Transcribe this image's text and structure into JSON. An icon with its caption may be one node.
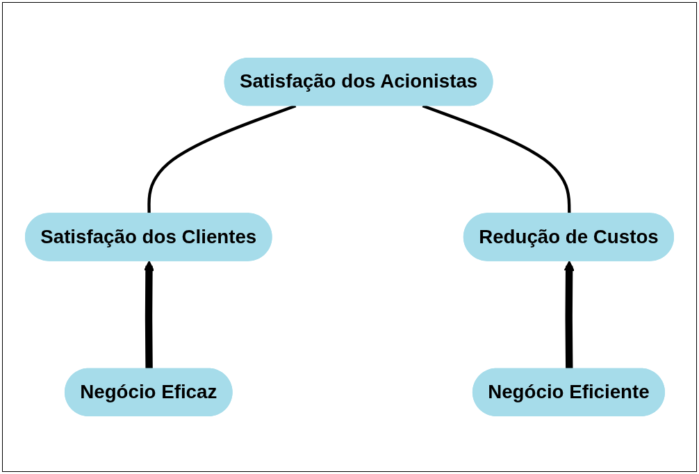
{
  "diagram": {
    "nodes": [
      {
        "text": [
          "Satisfação dos Acionistas"
        ]
      },
      {
        "text": [
          "Satisfação dos Clientes"
        ]
      },
      {
        "text": [
          "Redução de Custos"
        ]
      },
      {
        "text": [
          "Negócio Eficaz"
        ]
      },
      {
        "text": [
          "Negócio Eficiente"
        ]
      }
    ],
    "edges": [
      {
        "from": 0,
        "to": 1,
        "arrow": "none"
      },
      {
        "from": 0,
        "to": 2,
        "arrow": "none"
      },
      {
        "from": 3,
        "to": 1,
        "arrow": "to",
        "style": "thick"
      },
      {
        "from": 4,
        "to": 2,
        "arrow": "to",
        "style": "thick"
      }
    ]
  }
}
